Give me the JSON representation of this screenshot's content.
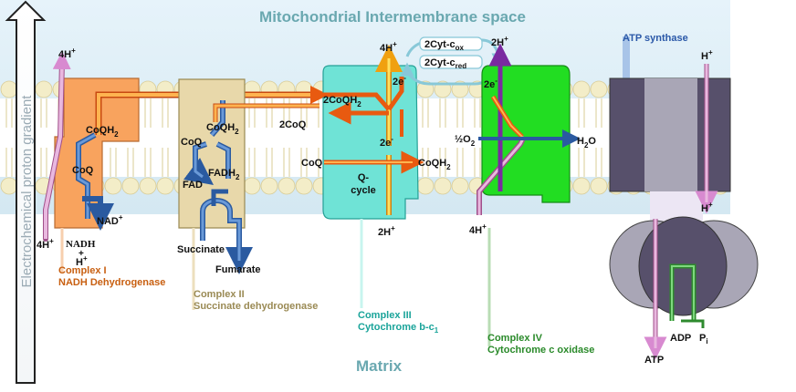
{
  "regions": {
    "top": "Mitochondrial Intermembrane space",
    "bottom": "Matrix",
    "gradient": "Electrochemical proton gradient"
  },
  "complex1": {
    "title": "Complex I",
    "subtitle": "NADH Dehydrogenase",
    "h_out": "4H",
    "h_in": "4H",
    "coqh2": "CoQH",
    "coq": "CoQ",
    "nad": "NAD",
    "nadh": "NADH",
    "h_plus": "H",
    "plus": "+"
  },
  "complex2": {
    "title": "Complex II",
    "subtitle": "Succinate dehydrogenase",
    "coqh2": "CoQH",
    "coq": "CoQ",
    "fadh2": "FADH",
    "fad": "FAD",
    "succinate": "Succinate",
    "fumarate": "Fumarate"
  },
  "complex3": {
    "title": "Complex III",
    "subtitle": "Cytochrome b-c",
    "h_out": "4H",
    "h_in": "2H",
    "two_coqh2": "2CoQH",
    "two_coq": "2CoQ",
    "coq": "CoQ",
    "coqh2_out": "CoQH",
    "two_e_top": "2e",
    "two_e_mid": "2e",
    "qcycle_1": "Q-",
    "qcycle_2": "cycle"
  },
  "cytc": {
    "ox": "2Cyt-c",
    "ox_sub": "ox",
    "red": "2Cyt-c",
    "red_sub": "red"
  },
  "complex4": {
    "title": "Complex IV",
    "subtitle": "Cytochrome c oxidase",
    "h_out": "2H",
    "h_in": "4H",
    "two_e": "2e",
    "half_o2": "½O",
    "h2o": "H",
    "h2o_o": "O"
  },
  "atp_synthase": {
    "title": "ATP synthase",
    "h_top": "H",
    "h_bottom": "H",
    "adp": "ADP",
    "pi": "P",
    "pi_sub": "i",
    "atp": "ATP"
  },
  "colors": {
    "band": "#dcedf6",
    "complex1": "#f8a35e",
    "complex2": "#e8d8aa",
    "complex3": "#6fe3d6",
    "complex4": "#22dd22",
    "atp_dark": "#57506b",
    "atp_light": "#a9a6b6",
    "region_text": "#6aa8b0",
    "complex1_text": "#c85f10",
    "complex2_text": "#9a8a54",
    "complex3_text": "#1aa49a",
    "complex4_text": "#2a8a2a",
    "atp_title": "#2a58a8"
  }
}
